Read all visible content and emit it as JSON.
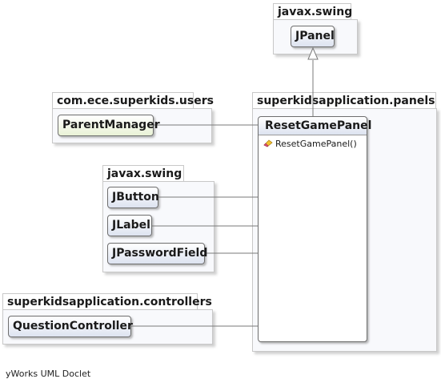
{
  "packages": {
    "swing_top": {
      "name": "javax.swing"
    },
    "users": {
      "name": "com.ece.superkids.users"
    },
    "panels": {
      "name": "superkidsapplication.panels"
    },
    "swing_mid": {
      "name": "javax.swing"
    },
    "controllers": {
      "name": "superkidsapplication.controllers"
    }
  },
  "classes": {
    "jpanel": "JPanel",
    "parent_manager": "ParentManager",
    "reset_game_panel": "ResetGamePanel",
    "jbutton": "JButton",
    "jlabel": "JLabel",
    "jpassword_field": "JPasswordField",
    "question_controller": "QuestionController"
  },
  "operations": [
    "ResetGamePanel()"
  ],
  "footer": "yWorks UML Doclet",
  "colors": {
    "package_fill": "#f8f9fc",
    "class_fill": "#dde3f0",
    "highlight_class_fill": "#e9f2d6",
    "line": "#7a7a7a"
  }
}
